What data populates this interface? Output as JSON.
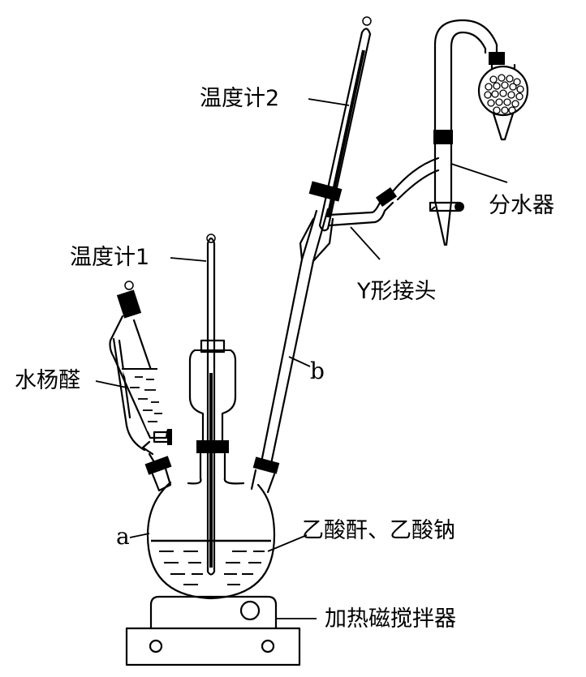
{
  "labels": {
    "thermometer1": "温度计1",
    "thermometer2": "温度计2",
    "salicylaldehyde": "水杨醛",
    "water_separator": "分水器",
    "y_joint": "Y形接头",
    "tube_b": "b",
    "flask_a": "a",
    "reagents": "乙酸酐、乙酸钠",
    "stirrer": "加热磁搅拌器"
  },
  "colors": {
    "ink": "#000000",
    "background": "#ffffff",
    "liquid_fill": "#ffffff"
  }
}
